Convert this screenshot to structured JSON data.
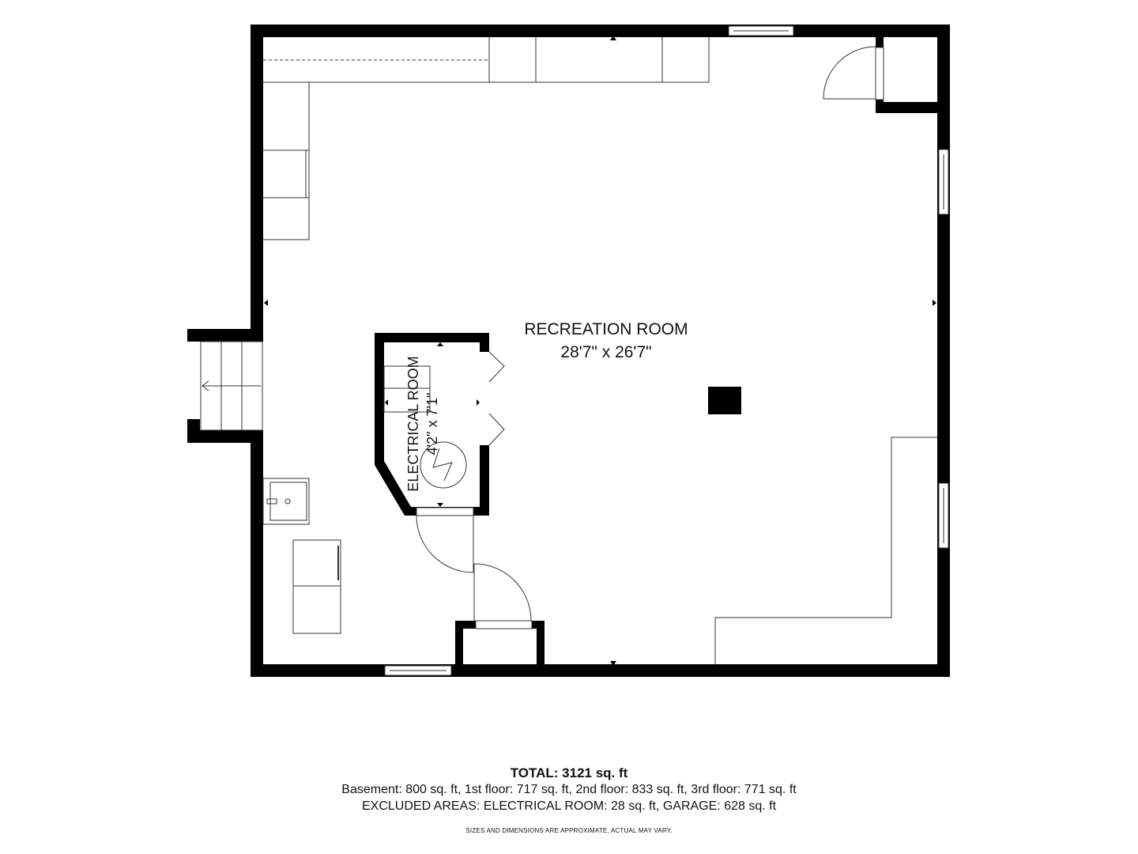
{
  "rooms": {
    "recreation": {
      "name": "RECREATION ROOM",
      "dims": "28'7\" x 26'7\""
    },
    "electrical": {
      "name": "ELECTRICAL ROOM",
      "dims": "4'2\" x 7'1\""
    }
  },
  "footer": {
    "total": "TOTAL: 3121 sq. ft",
    "floors": "Basement: 800 sq. ft, 1st floor: 717 sq. ft, 2nd floor: 833 sq. ft, 3rd floor: 771 sq. ft",
    "excluded": "EXCLUDED AREAS: ELECTRICAL ROOM: 28 sq. ft, GARAGE: 628 sq. ft",
    "disclaimer": "SIZES AND DIMENSIONS ARE APPROXIMATE, ACTUAL MAY VARY."
  },
  "colors": {
    "wall": "#000000",
    "line": "#333333",
    "background": "#ffffff"
  }
}
